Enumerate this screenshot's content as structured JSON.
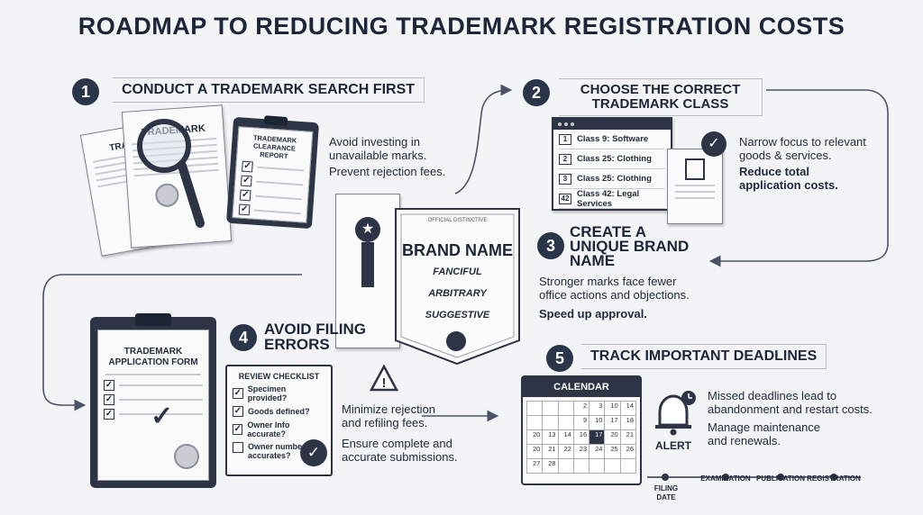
{
  "title": "ROADMAP TO REDUCING TRADEMARK REGISTRATION COSTS",
  "step1": {
    "number": "1",
    "heading": "CONDUCT A TRADEMARK SEARCH FIRST",
    "doc_label": "TRADEMARK",
    "doc_label2": "TRADEM",
    "report_title": "TRADEMARK CLEARANCE REPORT",
    "text1": "Avoid investing in unavailable marks.",
    "text2": "Prevent rejection fees."
  },
  "step2": {
    "number": "2",
    "heading": "CHOOSE THE CORRECT TRADEMARK CLASS",
    "classes": [
      {
        "n": "1",
        "label": "Class 9: Software"
      },
      {
        "n": "2",
        "label": "Class 25: Clothing"
      },
      {
        "n": "3",
        "label": "Class 25: Clothing"
      },
      {
        "n": "42",
        "label": "Class 42: Legal Services"
      }
    ],
    "text1": "Narrow focus to relevant goods & services.",
    "text2": "Reduce total application costs."
  },
  "step3": {
    "number": "3",
    "heading": "CREATE A UNIQUE BRAND NAME",
    "brand_header": "OFFICIAL DISTINCTIVE",
    "brand_name": "BRAND NAME",
    "types": [
      "FANCIFUL",
      "ARBITRARY",
      "SUGGESTIVE"
    ],
    "text1": "Stronger marks face fewer office actions and objections.",
    "text2": "Speed up approval."
  },
  "step4": {
    "number": "4",
    "heading": "AVOID FILING ERRORS",
    "form_title": "TRADEMARK APPLICATION FORM",
    "checklist_title": "REVIEW CHECKLIST",
    "checklist": [
      "Specimen provided?",
      "Goods defined?",
      "Owner Info accurate?",
      "Owner number accurates?"
    ],
    "text1": "Minimize rejection and refiling fees.",
    "text2": "Ensure complete and accurate submissions."
  },
  "step5": {
    "number": "5",
    "heading": "TRACK IMPORTANT DEADLINES",
    "calendar_title": "CALENDAR",
    "alert_label": "ALERT",
    "text1": "Missed deadlines lead to abandonment and restart costs.",
    "text2": "Manage maintenance and renewals.",
    "timeline": [
      "FILING DATE",
      "EXAMINATION",
      "PUBLICATION",
      "REGISTRATION"
    ]
  },
  "calendar_days": [
    "",
    "",
    "",
    "2",
    "3",
    "10",
    "14",
    "",
    "",
    "",
    "9",
    "10",
    "17",
    "18",
    "20",
    "13",
    "14",
    "16",
    "17",
    "20",
    "21",
    "20",
    "21",
    "22",
    "23",
    "24",
    "25",
    "26",
    "27",
    "28",
    "",
    "",
    "",
    "",
    ""
  ],
  "colors": {
    "navy": "#2b3549",
    "background": "#f3f4f6"
  }
}
